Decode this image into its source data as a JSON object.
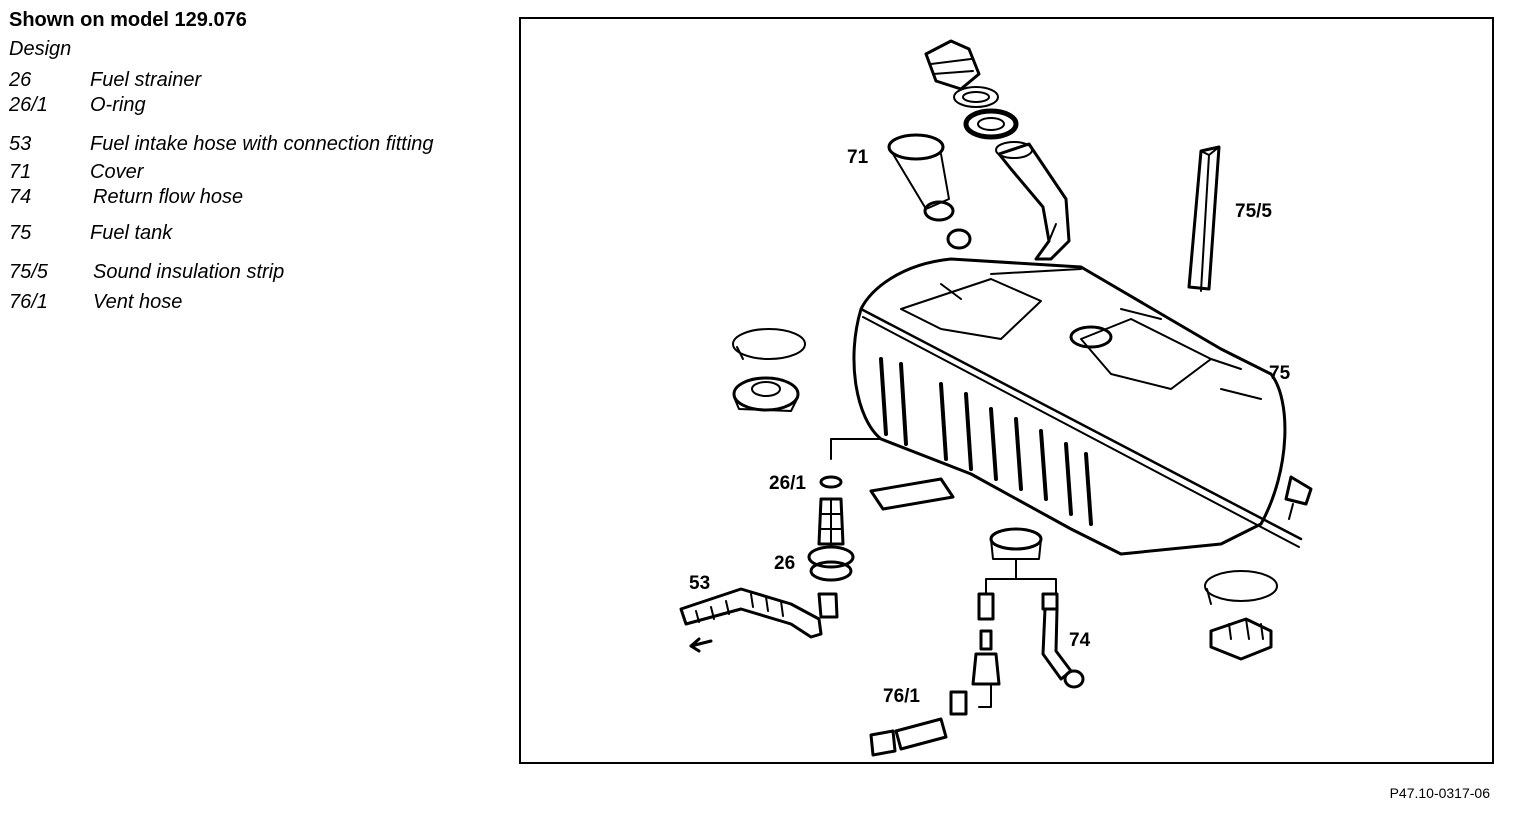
{
  "header": {
    "title": "Shown on model 129.076",
    "subtitle": "Design"
  },
  "legend": [
    {
      "number": "26",
      "description": "Fuel strainer"
    },
    {
      "number": "26/1",
      "description": "O-ring"
    },
    {
      "number": "53",
      "description": "Fuel intake hose with connection fitting"
    },
    {
      "number": "71",
      "description": "Cover"
    },
    {
      "number": "74",
      "description": "Return flow hose"
    },
    {
      "number": "75",
      "description": "Fuel tank"
    },
    {
      "number": "75/5",
      "description": "Sound insulation strip"
    },
    {
      "number": "76/1",
      "description": "Vent hose"
    }
  ],
  "diagram": {
    "callouts": {
      "c71": "71",
      "c75_5": "75/5",
      "c75": "75",
      "c26_1": "26/1",
      "c26": "26",
      "c53": "53",
      "c74": "74",
      "c76_1": "76/1"
    }
  },
  "figure_code": "P47.10-0317-06"
}
